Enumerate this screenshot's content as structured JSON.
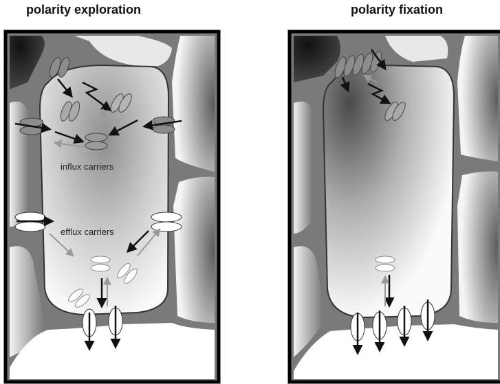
{
  "panels": {
    "left": {
      "title": "polarity exploration"
    },
    "right": {
      "title": "polarity fixation"
    }
  },
  "labels": {
    "influx": "influx carriers",
    "efflux": "efflux carriers"
  }
}
